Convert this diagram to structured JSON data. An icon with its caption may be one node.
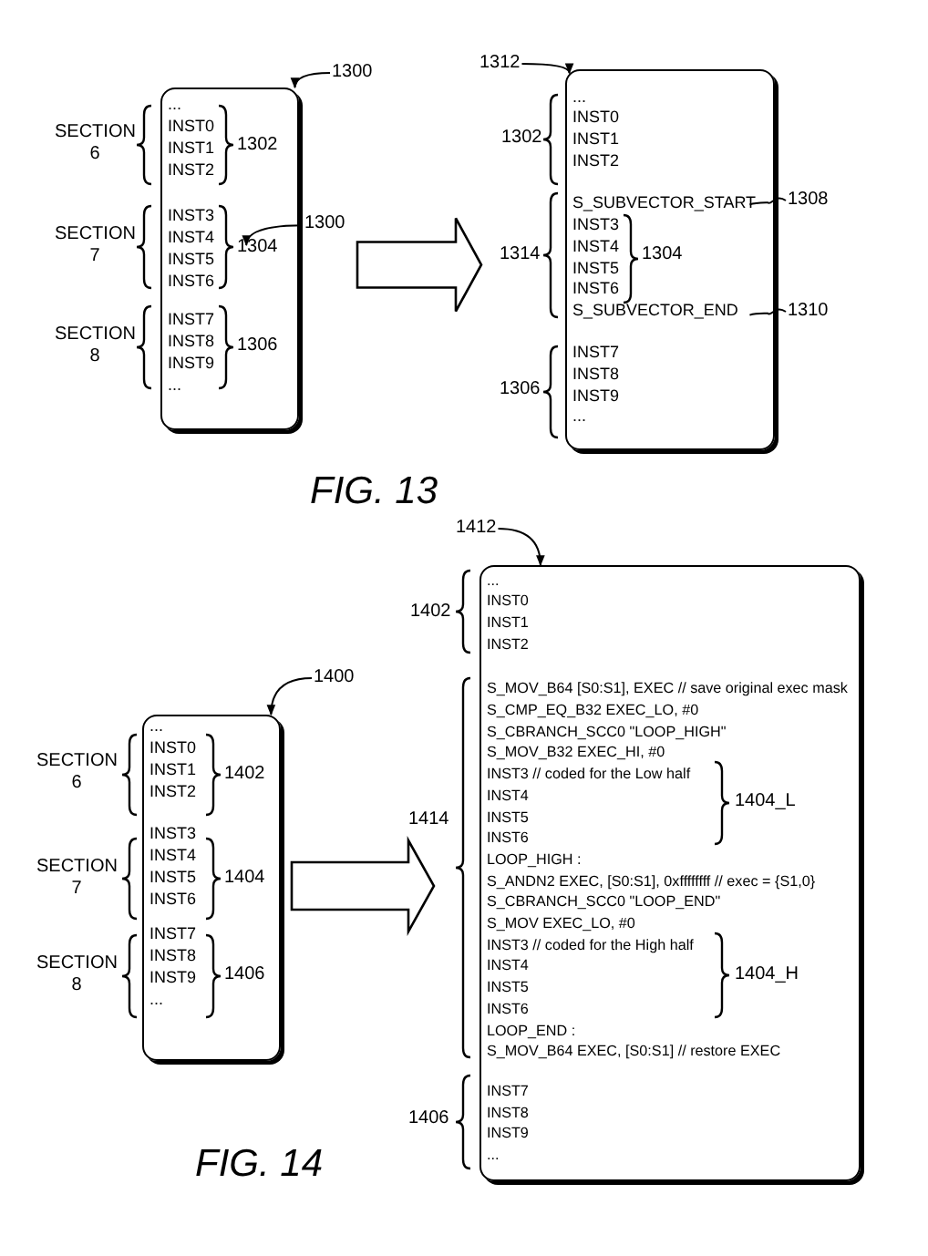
{
  "diagram": {
    "nodes": [
      {
        "text": [
          "1300"
        ]
      },
      {
        "text": [
          "...",
          "INST0",
          "INST1",
          "INST2",
          "INST3",
          "INST4",
          "INST5",
          "INST6",
          "INST7",
          "INST8",
          "INST9",
          "..."
        ]
      },
      {
        "text": [
          "1312"
        ]
      },
      {
        "text": [
          "...",
          "INST0",
          "INST1",
          "INST2",
          "S_SUBVECTOR_START",
          "INST3",
          "INST4",
          "INST5",
          "INST6",
          "S_SUBVECTOR_END",
          "INST7",
          "INST8",
          "INST9",
          "..."
        ]
      },
      {
        "text": [
          "1308"
        ]
      },
      {
        "text": [
          "1310"
        ]
      },
      {
        "text": [
          "1300"
        ]
      },
      {
        "text": [
          "1400"
        ]
      },
      {
        "text": [
          "...",
          "INST0",
          "INST1",
          "INST2",
          "INST3",
          "INST4",
          "INST5",
          "INST6",
          "INST7",
          "INST8",
          "INST9",
          "..."
        ]
      },
      {
        "text": [
          "1412"
        ]
      },
      {
        "text": [
          "...",
          "INST0",
          "INST1",
          "INST2",
          "S_MOV_B64 [S0:S1], EXEC // save original exec mask",
          "S_CMP_EQ_B32 EXEC_LO, #0",
          "S_CBRANCH_SCC0 \"LOOP_HIGH\"",
          "S_MOV_B32 EXEC_HI, #0",
          "INST3 // coded for the Low half",
          "INST4",
          "INST5",
          "INST6",
          "LOOP_HIGH :",
          "S_ANDN2 EXEC, [S0:S1], 0xffffffff // exec = {S1,0}",
          "S_CBRANCH_SCC0 \"LOOP_END\"",
          "S_MOV EXEC_LO, #0",
          "INST3 // coded for the High half",
          "INST4",
          "INST5",
          "INST6",
          "LOOP_END :",
          "S_MOV_B64 EXEC, [S0:S1] // restore EXEC",
          "INST7",
          "INST8",
          "INST9",
          "..."
        ]
      }
    ],
    "edges": [
      {
        "from": 0,
        "to": 1,
        "arrow": "to"
      },
      {
        "from": 1,
        "to": 3,
        "arrow": "to"
      },
      {
        "from": 2,
        "to": 3,
        "arrow": "to"
      },
      {
        "from": 4,
        "to": 3,
        "arrow": "none"
      },
      {
        "from": 5,
        "to": 3,
        "arrow": "none"
      },
      {
        "from": 6,
        "to": 1,
        "arrow": "to"
      },
      {
        "from": 7,
        "to": 8,
        "arrow": "to"
      },
      {
        "from": 9,
        "to": 10,
        "arrow": "to"
      },
      {
        "from": 8,
        "to": 10,
        "arrow": "to"
      }
    ],
    "labels": [
      "SECTION 6",
      "1302",
      "SECTION 7",
      "1304",
      "SECTION 8",
      "1306",
      "1302",
      "1314",
      "1304",
      "1306",
      "FIG. 13",
      "1402",
      "SECTION 6",
      "1402",
      "1414",
      "SECTION 7",
      "1404",
      "1404_L",
      "SECTION 8",
      "1406",
      "1404_H",
      "1406",
      "FIG. 14"
    ]
  }
}
